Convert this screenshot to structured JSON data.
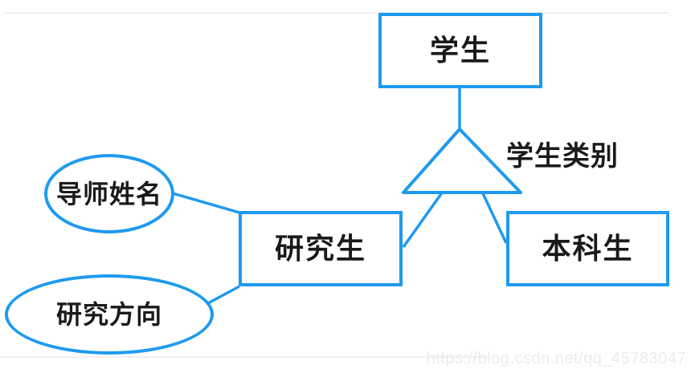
{
  "diagram": {
    "title_context": "ER diagram of student specialization",
    "entities": {
      "student": {
        "label": "学生"
      },
      "graduate": {
        "label": "研究生"
      },
      "undergraduate": {
        "label": "本科生"
      }
    },
    "relationship": {
      "label": "学生类别",
      "shape": "isa-triangle"
    },
    "attributes": {
      "advisor_name": {
        "label": "导师姓名",
        "attached_to": "研究生"
      },
      "research_direction": {
        "label": "研究方向",
        "attached_to": "研究生"
      }
    },
    "colors": {
      "line_blue": "#1e9aef",
      "text": "#1a1a1a",
      "faint_line": "#f0f0f2",
      "watermark": "#ececec"
    }
  },
  "watermark": {
    "text": "https://blog.csdn.net/qq_45783047"
  }
}
